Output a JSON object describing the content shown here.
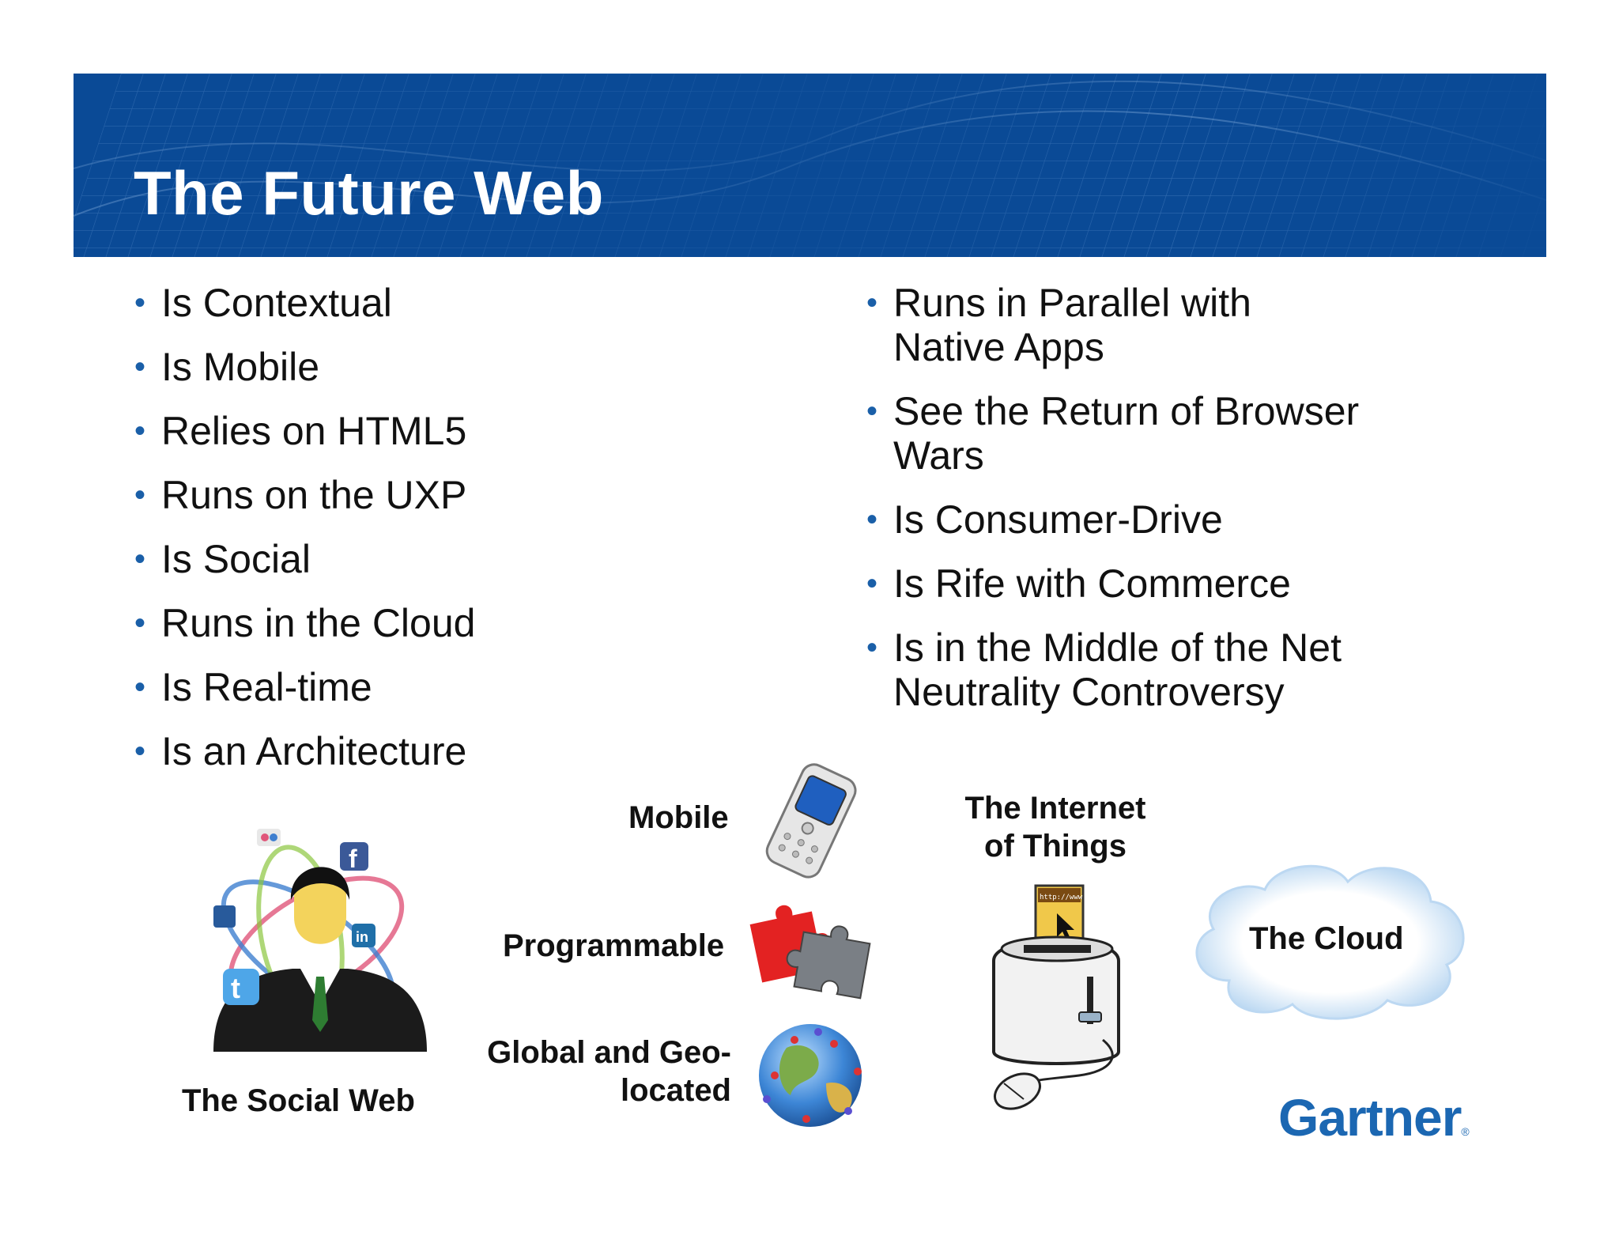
{
  "slide": {
    "title": "The Future Web",
    "left_bullets": [
      "Is Contextual",
      "Is Mobile",
      "Relies on HTML5",
      "Runs on the UXP",
      "Is Social",
      "Runs in the Cloud",
      "Is Real-time",
      "Is an Architecture"
    ],
    "right_bullets": [
      {
        "line1": "Runs in Parallel with",
        "line2": "Native Apps"
      },
      {
        "line1": "See the Return of Browser",
        "line2": "Wars"
      },
      {
        "line1": "Is Consumer-Drive",
        "line2": ""
      },
      {
        "line1": "Is Rife with Commerce",
        "line2": ""
      },
      {
        "line1": "Is in the Middle of the Net",
        "line2": "Neutrality Controversy"
      }
    ]
  },
  "graphics": {
    "social_web": "The Social Web",
    "mobile": "Mobile",
    "programmable": "Programmable",
    "global_line1": "Global and Geo-",
    "global_line2": "located",
    "iot_line1": "The Internet",
    "iot_line2": "of Things",
    "cloud": "The Cloud",
    "toaster_screen_text": "http://www",
    "logo": "Gartner"
  },
  "colors": {
    "banner": "#0a4a96",
    "bullet": "#1a5fa8",
    "logo": "#1b67b2"
  }
}
